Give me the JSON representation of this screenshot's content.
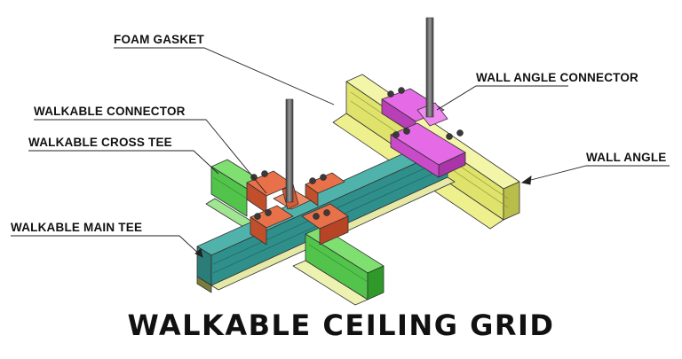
{
  "title": "WALKABLE CEILING GRID",
  "labels": {
    "foam_gasket": "FOAM GASKET",
    "wall_angle_connector": "WALL ANGLE CONNECTOR",
    "walkable_connector": "WALKABLE CONNECTOR",
    "walkable_cross_tee": "WALKABLE CROSS TEE",
    "wall_angle": "WALL ANGLE",
    "walkable_main_tee": "WALKABLE MAIN TEE"
  },
  "colors": {
    "main_tee": "#2f8f8a",
    "cross_tee": "#5fd35a",
    "wall_angle": "#e6ea7a",
    "wall_angle_connector": "#d84fd8",
    "walkable_connector": "#e2643a",
    "foam_gasket": "#f1f2c4",
    "rod": "#6a6a6a",
    "bolt": "#3a3a3a"
  }
}
